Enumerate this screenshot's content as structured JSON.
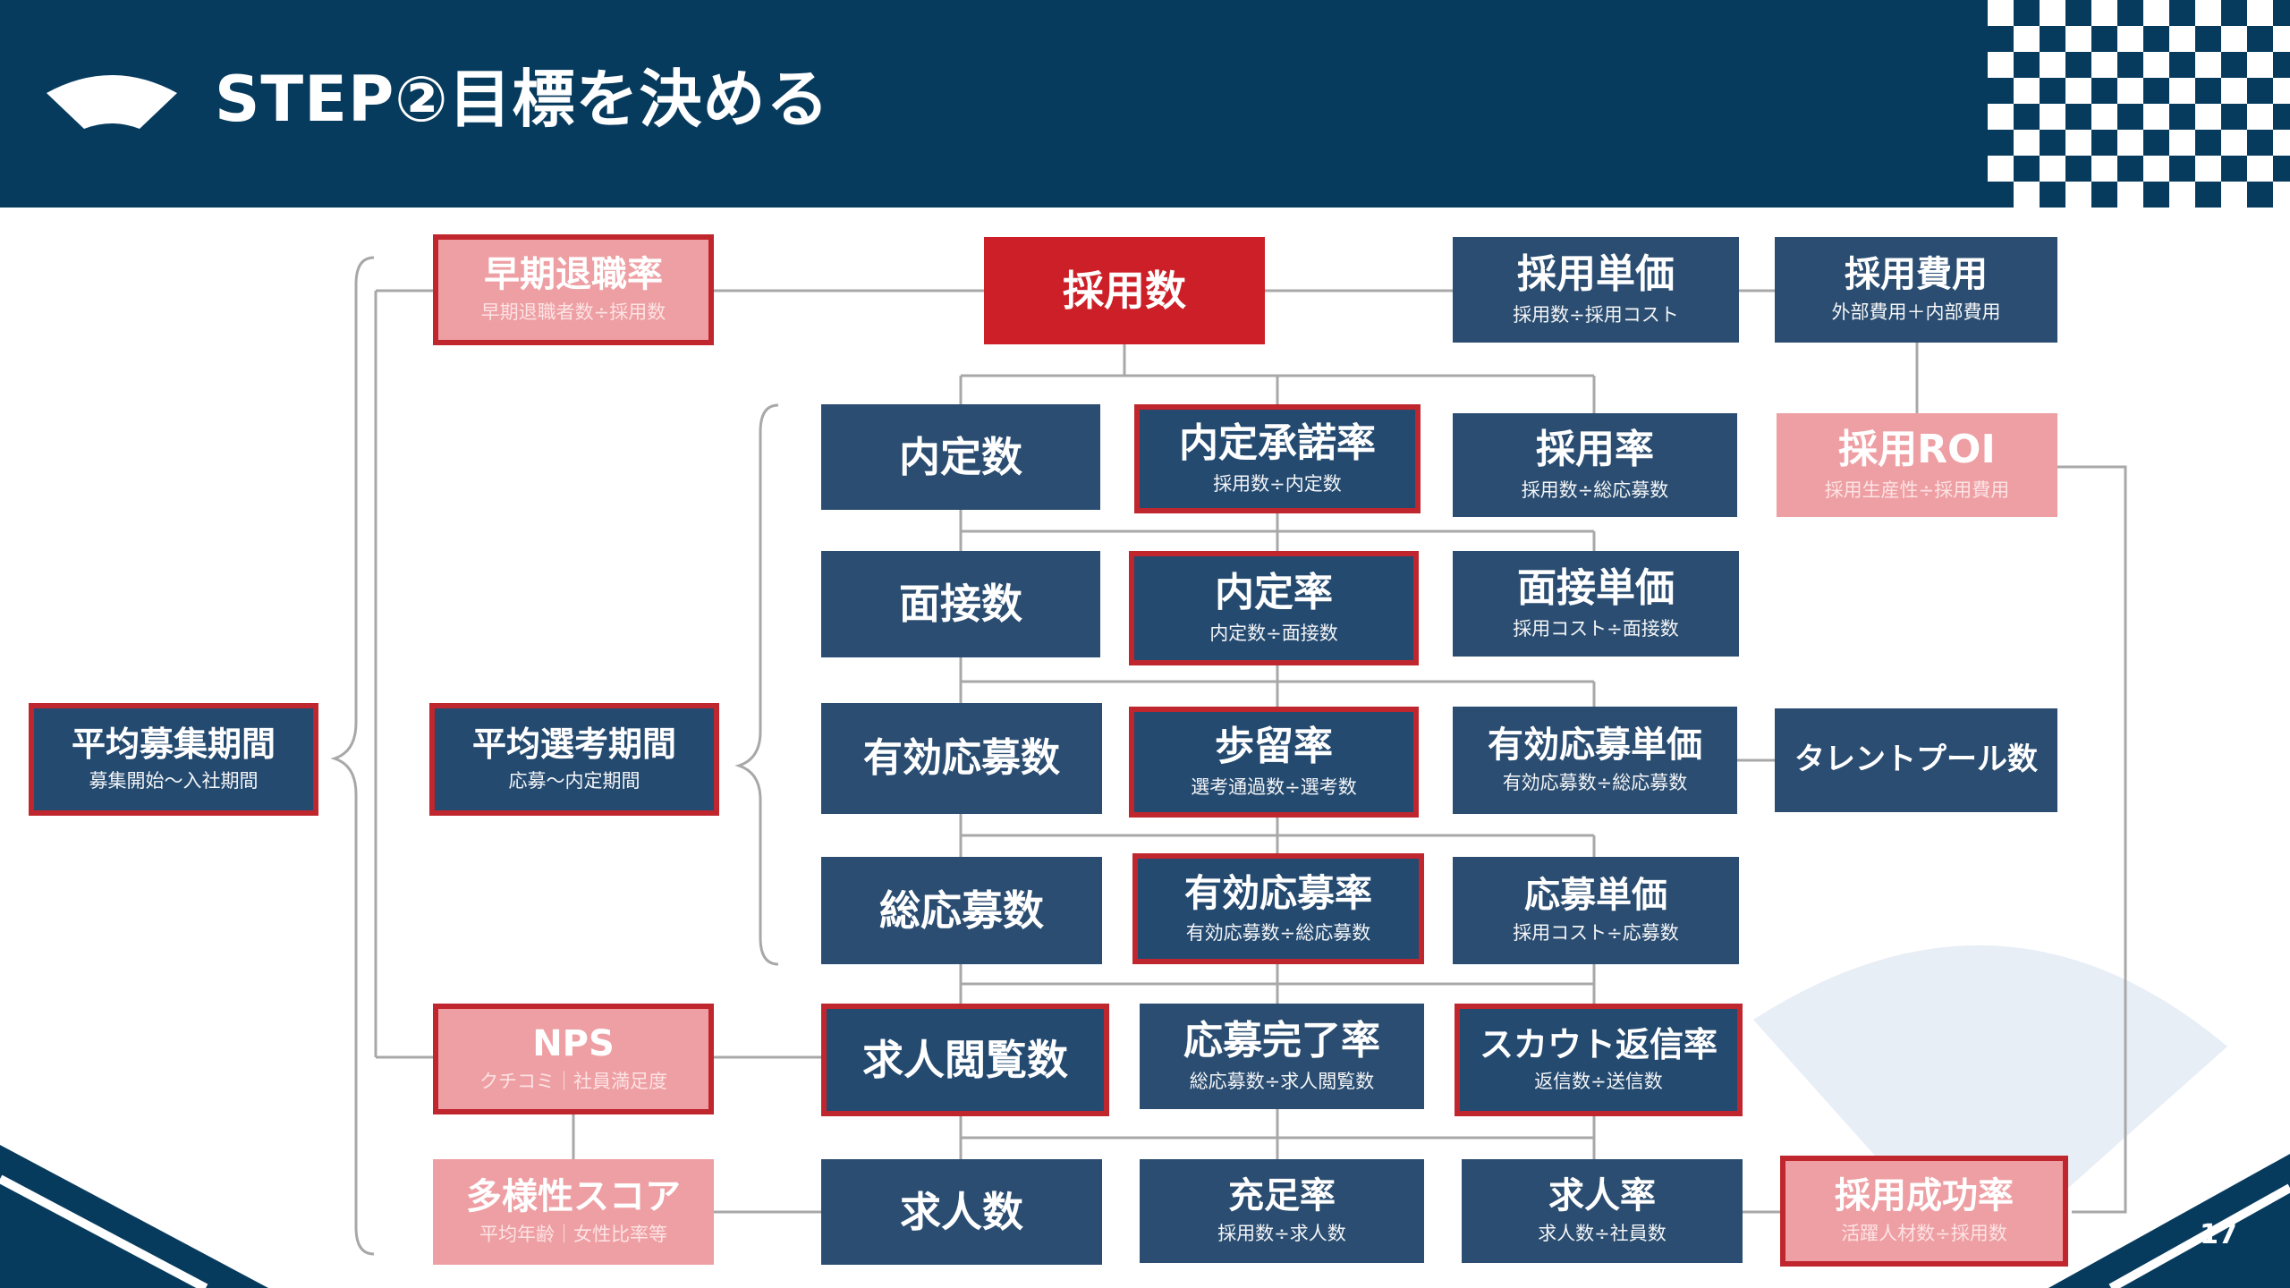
{
  "slide": {
    "title": "STEP②目標を決める",
    "page_number": "17"
  },
  "nodes": {
    "soukitaishoku": {
      "title": "早期退職率",
      "formula": "早期退職者数÷採用数"
    },
    "saiyousuu": {
      "title": "採用数"
    },
    "saiyou_tanka": {
      "title": "採用単価",
      "formula": "採用数÷採用コスト"
    },
    "saiyou_hiyou": {
      "title": "採用費用",
      "formula": "外部費用＋内部費用"
    },
    "naiteisuu": {
      "title": "内定数"
    },
    "naitei_shodakuritsu": {
      "title": "内定承諾率",
      "formula": "採用数÷内定数"
    },
    "saiyouritsu": {
      "title": "採用率",
      "formula": "採用数÷総応募数"
    },
    "saiyou_roi": {
      "title": "採用ROI",
      "formula": "採用生産性÷採用費用"
    },
    "mensetsusuu": {
      "title": "面接数"
    },
    "naiteiritsu": {
      "title": "内定率",
      "formula": "内定数÷面接数"
    },
    "mensetsu_tanka": {
      "title": "面接単価",
      "formula": "採用コスト÷面接数"
    },
    "heikin_boshu": {
      "title": "平均募集期間",
      "formula": "募集開始～入社期間"
    },
    "heikin_senkou": {
      "title": "平均選考期間",
      "formula": "応募～内定期間"
    },
    "yuukou_oubosuu": {
      "title": "有効応募数"
    },
    "budomariritsu": {
      "title": "歩留率",
      "formula": "選考通過数÷選考数"
    },
    "yuukou_oubo_tanka": {
      "title": "有効応募単価",
      "formula": "有効応募数÷総応募数"
    },
    "talent_pool": {
      "title": "タレントプール数"
    },
    "sou_oubosuu": {
      "title": "総応募数"
    },
    "yuukou_ouboritsu": {
      "title": "有効応募率",
      "formula": "有効応募数÷総応募数"
    },
    "oubo_tanka": {
      "title": "応募単価",
      "formula": "採用コスト÷応募数"
    },
    "nps": {
      "title": "NPS",
      "formula": "クチコミ｜社員満足度"
    },
    "kyujin_etsuransuu": {
      "title": "求人閲覧数"
    },
    "oubo_kanryouritsu": {
      "title": "応募完了率",
      "formula": "総応募数÷求人閲覧数"
    },
    "scout_henshinritsu": {
      "title": "スカウト返信率",
      "formula": "返信数÷送信数"
    },
    "tayousei_score": {
      "title": "多様性スコア",
      "formula": "平均年齢｜女性比率等"
    },
    "kyujinsuu": {
      "title": "求人数"
    },
    "juusokuritsu": {
      "title": "充足率",
      "formula": "採用数÷求人数"
    },
    "kyujinritsu": {
      "title": "求人率",
      "formula": "求人数÷社員数"
    },
    "saiyou_seikouritsu": {
      "title": "採用成功率",
      "formula": "活躍人材数÷採用数"
    }
  },
  "colors": {
    "header": "#073b5e",
    "navy": "#2a4d71",
    "red": "#cc1f27",
    "pink": "#ee9fa3",
    "border_red": "#c0262d",
    "connector": "#a8a8a8",
    "deco_fan": "#e8eef6"
  },
  "icons": {
    "logo": "folding-fan-icon",
    "pattern": "checkerboard-pattern"
  }
}
